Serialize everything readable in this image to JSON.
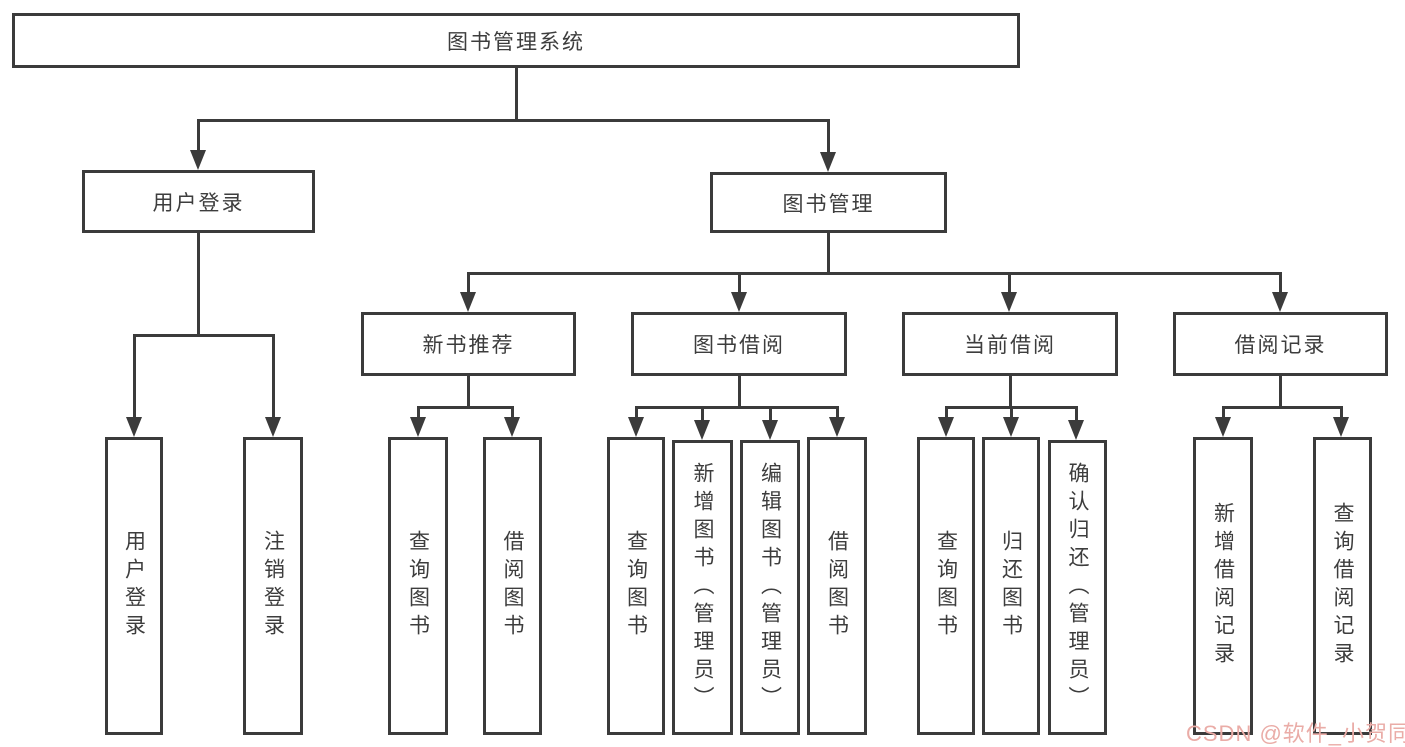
{
  "colors": {
    "line": "#3b3b3b",
    "text": "#3d3d3d",
    "background": "#ffffff",
    "watermark_color": "#eaaca7"
  },
  "tree": {
    "label": "图书管理系统",
    "children": [
      {
        "label": "用户登录",
        "children": [
          {
            "label": "用户登录"
          },
          {
            "label": "注销登录"
          }
        ]
      },
      {
        "label": "图书管理",
        "children": [
          {
            "label": "新书推荐",
            "children": [
              {
                "label": "查询图书"
              },
              {
                "label": "借阅图书"
              }
            ]
          },
          {
            "label": "图书借阅",
            "children": [
              {
                "label": "查询图书"
              },
              {
                "label": "新增图书（管理员）"
              },
              {
                "label": "编辑图书（管理员）"
              },
              {
                "label": "借阅图书"
              }
            ]
          },
          {
            "label": "当前借阅",
            "children": [
              {
                "label": "查询图书"
              },
              {
                "label": "归还图书"
              },
              {
                "label": "确认归还（管理员）"
              }
            ]
          },
          {
            "label": "借阅记录",
            "children": [
              {
                "label": "新增借阅记录"
              },
              {
                "label": "查询借阅记录"
              }
            ]
          }
        ]
      }
    ]
  },
  "watermark": {
    "text": "CSDN @软件_小贺同学"
  }
}
